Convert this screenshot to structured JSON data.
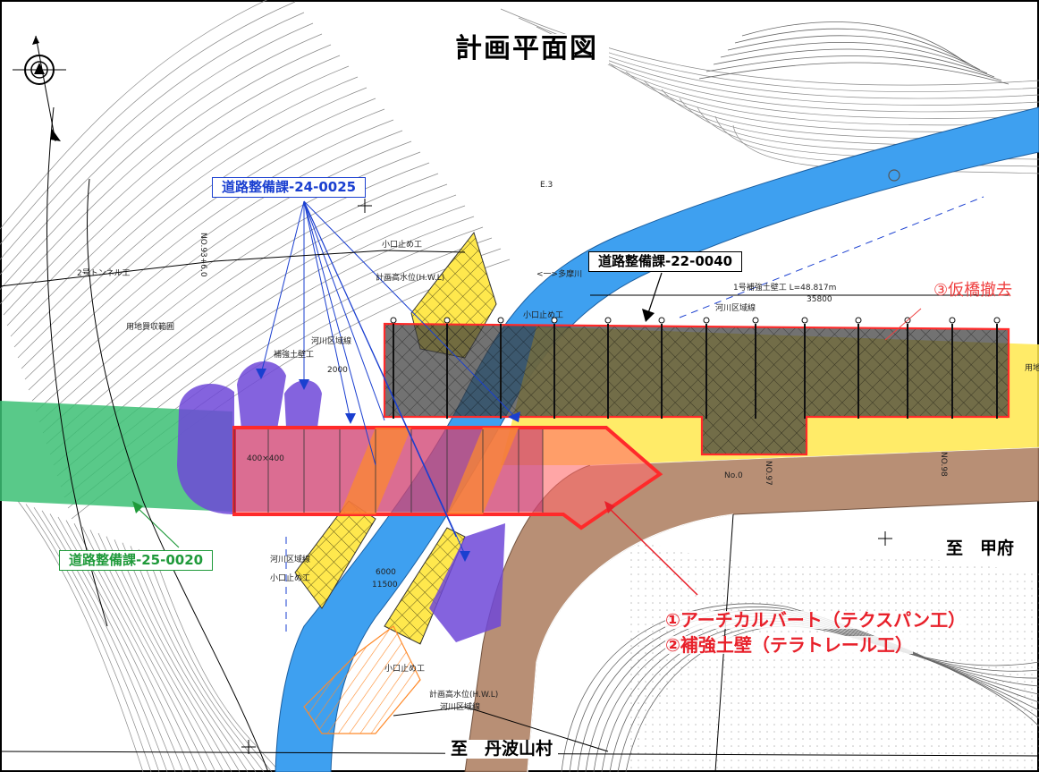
{
  "title": "計画平面図",
  "destinations": {
    "east": "至　甲府",
    "south": "至　丹波山村"
  },
  "work_labels": {
    "blue": "道路整備課-24-0025",
    "black": "道路整備課-22-0040",
    "green": "道路整備課-25-0020"
  },
  "notes": {
    "arch_culvert": "①アーチカルバート（テクスパン工）",
    "reinforced_wall": "②補強土壁（テラトレール工）",
    "temporary_bridge_removal": "③仮橋撤去"
  },
  "drawing_text": {
    "small_stop_1": "小口止め工",
    "small_stop_2": "小口止め工",
    "small_stop_3": "小口止め工",
    "small_stop_4": "小口止め工",
    "flood_level_1": "計画高水位(H.W.L)",
    "flood_level_2": "計画高水位(H.W.L)",
    "river_area_1": "河川区域線",
    "river_area_2": "河川区域線",
    "river_area_3": "河川区域線",
    "river_area_4": "河川区域線",
    "reinforced_1": "1号補強土壁工 L=48.817m",
    "dim_35800": "35800",
    "tunnel": "2号トンネル工",
    "land_acq": "用地買収範囲",
    "reinforced_2": "補強土壁工",
    "dim_2000": "2000",
    "dim_6000": "6000",
    "dim_11500": "11500",
    "tama_river": "<一>多摩川",
    "station_1": "NO.93+6.0",
    "station_2": "NO.97",
    "station_3": "NO.98",
    "e3": "E.3",
    "arch_spec": "400×400",
    "mid": "No.0",
    "land_east": "用地"
  },
  "colors": {
    "river": "#3ea0f0",
    "road": "#b58a6e",
    "yellow": "#ffe84d",
    "green": "#3cbf74",
    "purple": "#6f48d8",
    "red": "#ff2a2a",
    "orange": "#ff8a2a",
    "dark": "#3c3c3c",
    "pink": "#f06ea0"
  },
  "icons": {
    "north": "north-arrow-icon"
  }
}
